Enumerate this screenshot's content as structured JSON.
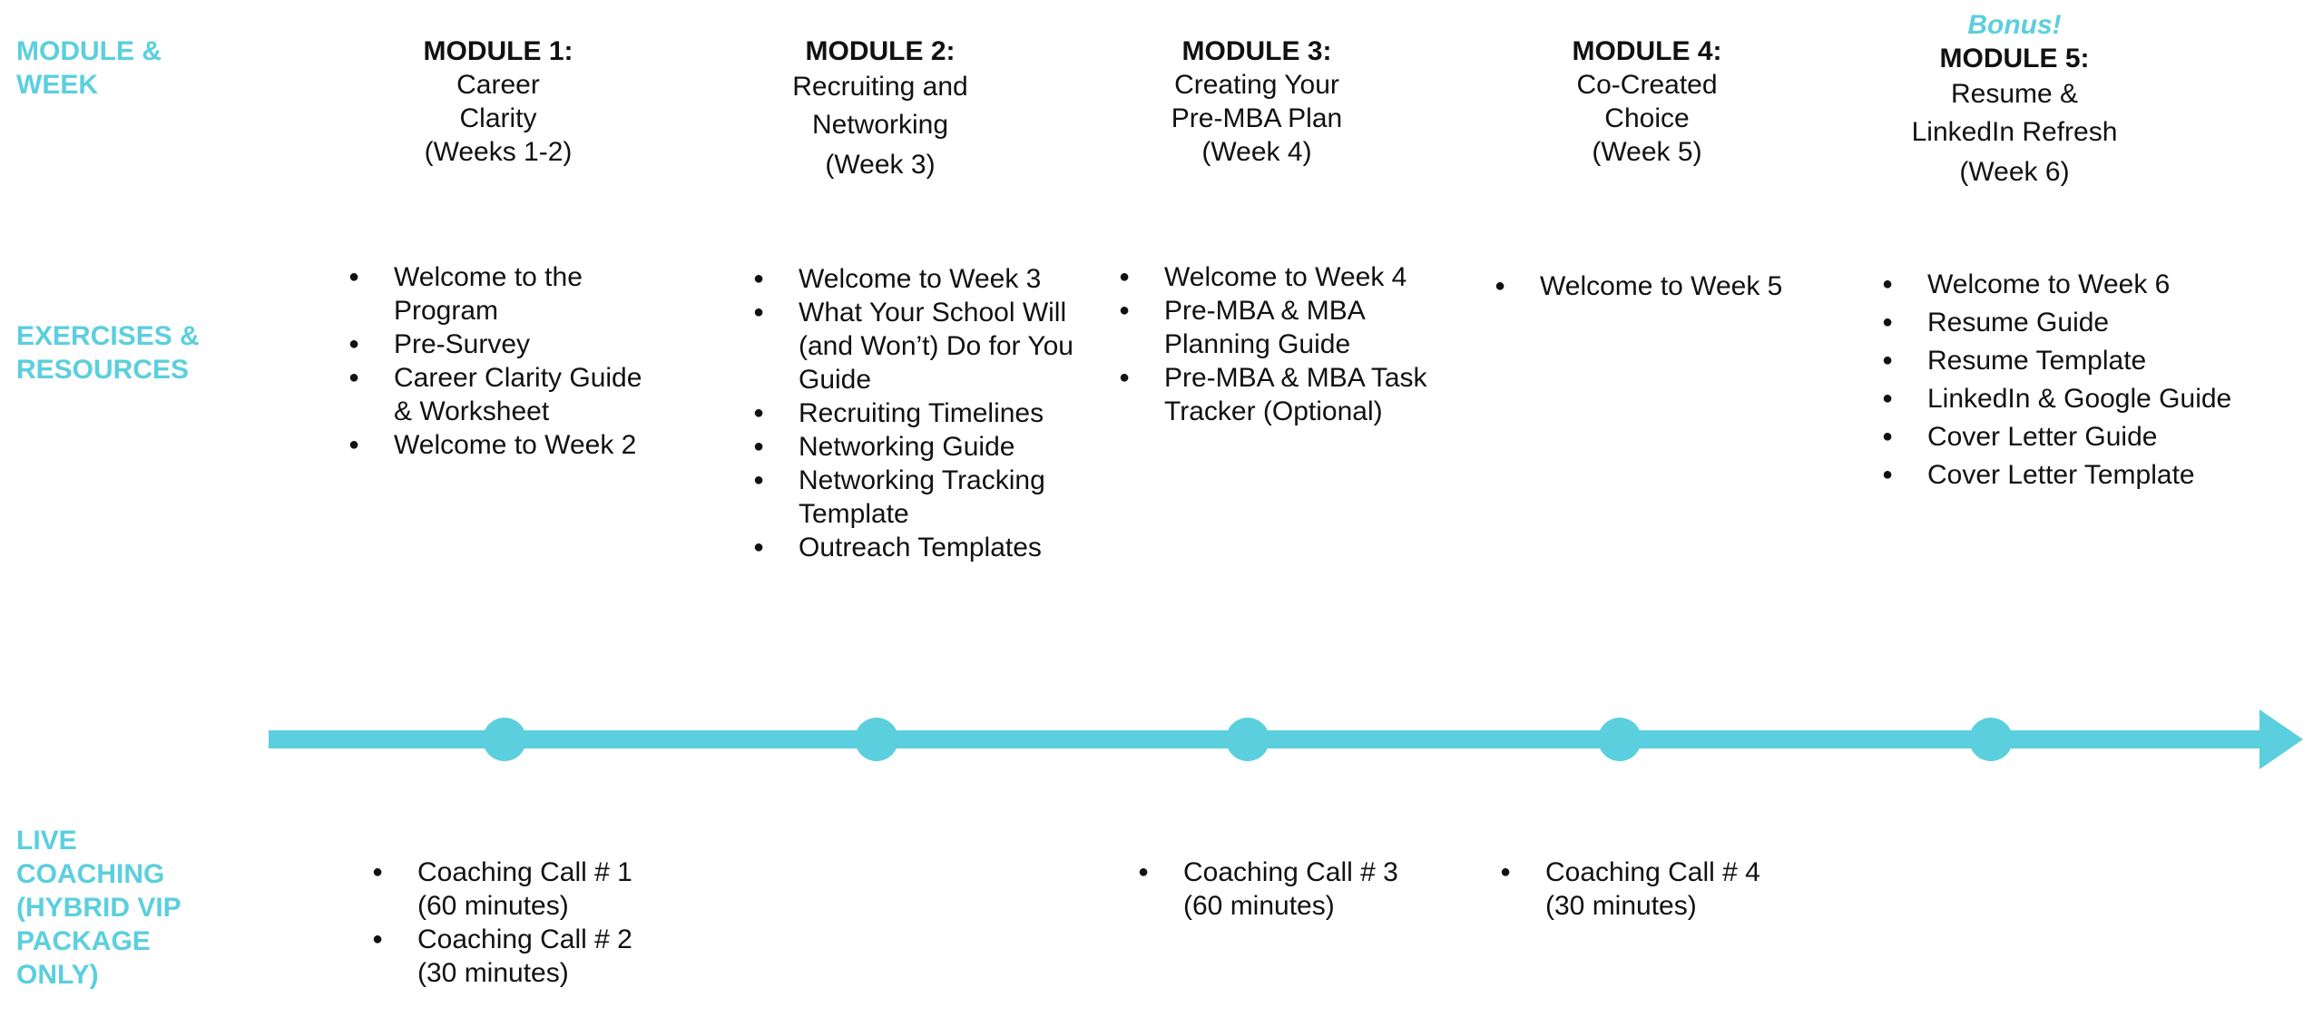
{
  "row_labels": {
    "module_week": "MODULE &\nWEEK",
    "exercises": "EXERCISES &\nRESOURCES",
    "live_coaching": "LIVE\nCOACHING\n(HYBRID VIP\nPACKAGE\nONLY)"
  },
  "modules": [
    {
      "title": "MODULE 1:",
      "name": "Career\nClarity",
      "week": "(Weeks 1-2)",
      "exercises": [
        "Welcome to the Program",
        "Pre-Survey",
        "Career Clarity Guide & Worksheet",
        "Welcome to Week 2"
      ],
      "coaching": [
        "Coaching Call # 1 (60 minutes)",
        "Coaching Call # 2 (30 minutes)"
      ]
    },
    {
      "title": "MODULE 2:",
      "name": "Recruiting and\nNetworking",
      "week": "(Week 3)",
      "exercises": [
        "Welcome to Week 3",
        "What Your School Will (and Won’t) Do for You Guide",
        "Recruiting Timelines",
        "Networking Guide",
        "Networking Tracking Template",
        "Outreach Templates"
      ],
      "coaching": []
    },
    {
      "title": "MODULE 3:",
      "name": "Creating Your\nPre-MBA Plan",
      "week": "(Week 4)",
      "exercises": [
        "Welcome to Week 4",
        "Pre-MBA & MBA Planning Guide",
        "Pre-MBA & MBA Task Tracker (Optional)"
      ],
      "coaching": [
        "Coaching Call # 3 (60 minutes)"
      ]
    },
    {
      "title": "MODULE 4:",
      "name": "Co-Created\nChoice",
      "week": "(Week 5)",
      "exercises": [
        "Welcome to Week 5"
      ],
      "coaching": [
        "Coaching Call # 4 (30 minutes)"
      ]
    },
    {
      "bonus": "Bonus!",
      "title": "MODULE 5:",
      "name": "Resume &\nLinkedIn Refresh",
      "week": "(Week 6)",
      "exercises": [
        "Welcome to Week 6",
        "Resume Guide",
        "Resume Template",
        "LinkedIn & Google Guide",
        "Cover Letter Guide",
        "Cover Letter Template"
      ],
      "coaching": []
    }
  ],
  "colors": {
    "accent": "#5bcfdd",
    "text": "#111111"
  }
}
